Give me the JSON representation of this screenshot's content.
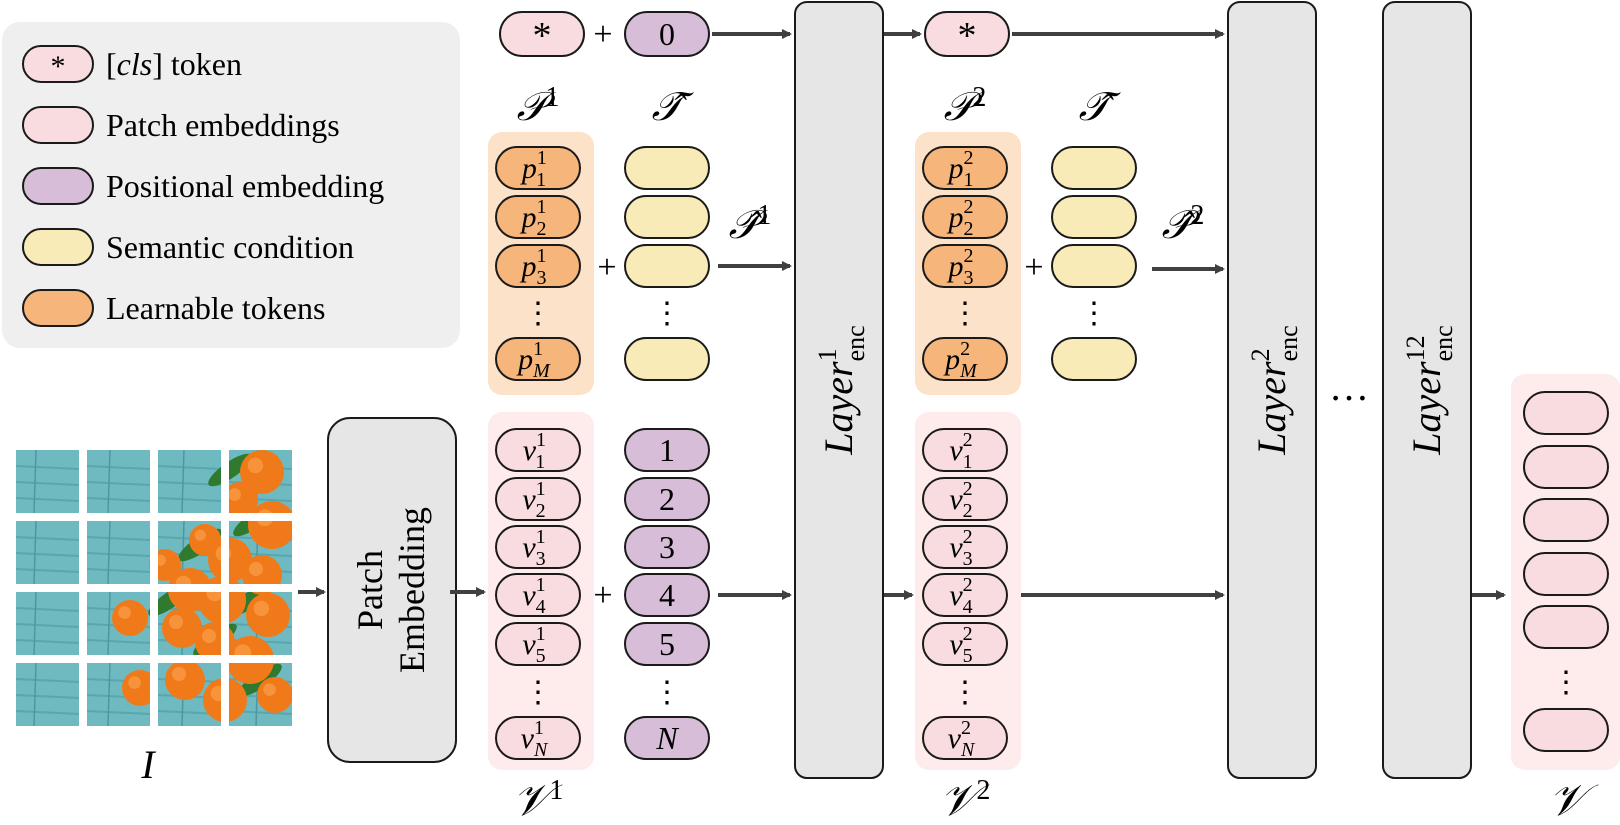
{
  "legend": {
    "items": [
      {
        "symbol": "*",
        "label_prefix": "[",
        "label_italic": "cls",
        "label_suffix": "] token",
        "fill": "#f9dcdf"
      },
      {
        "symbol": "",
        "label_prefix": "Patch embeddings",
        "label_italic": "",
        "label_suffix": "",
        "fill": "#f9dcdf"
      },
      {
        "symbol": "",
        "label_prefix": "Positional embedding",
        "label_italic": "",
        "label_suffix": "",
        "fill": "#d7bdd8"
      },
      {
        "symbol": "",
        "label_prefix": "Semantic condition",
        "label_italic": "",
        "label_suffix": "",
        "fill": "#f9ebb7"
      },
      {
        "symbol": "",
        "label_prefix": "Learnable tokens",
        "label_italic": "",
        "label_suffix": "",
        "fill": "#f6b57a"
      }
    ]
  },
  "tokens": {
    "cls_symbol": "*",
    "cls_pos": "0",
    "plus": "+",
    "dots": "⋮",
    "hdots": "…"
  },
  "labels": {
    "image": "I",
    "patch_embedding_line1": "Patch",
    "patch_embedding_line2": "Embedding",
    "P1_base": "𝒫",
    "P1_sup": "1",
    "P2_base": "𝒫",
    "P2_sup": "2",
    "T_hat": "𝒯̂",
    "P1_hat_base": "𝒫̂",
    "P1_hat_sup": "1",
    "P2_hat_base": "𝒫̂",
    "P2_hat_sup": "2",
    "V1_base": "𝒱",
    "V1_sup": "1",
    "V2_base": "𝒱",
    "V2_sup": "2",
    "V_out": "𝒱",
    "layer_base": "Layer",
    "layer_sub": "enc",
    "layer_sup": [
      "1",
      "2",
      "12"
    ]
  },
  "prompt_tokens": {
    "base": "p",
    "rows": [
      {
        "sub": "1"
      },
      {
        "sub": "2"
      },
      {
        "sub": "3"
      },
      {
        "sub": "⋮"
      },
      {
        "sub": "M"
      }
    ]
  },
  "visual_tokens": {
    "base": "v",
    "rows": [
      {
        "sub": "1"
      },
      {
        "sub": "2"
      },
      {
        "sub": "3"
      },
      {
        "sub": "4"
      },
      {
        "sub": "5"
      },
      {
        "sub": "⋮"
      },
      {
        "sub": "N"
      }
    ]
  },
  "positions": [
    "1",
    "2",
    "3",
    "4",
    "5",
    "⋮",
    "N"
  ],
  "colors": {
    "pink": "#f9dcdf",
    "purple": "#d7bdd8",
    "yellow": "#f9ebb7",
    "orange": "#f6b57a",
    "orange_bg": "#fbe2c9",
    "pink_bg": "#fdeceb",
    "gray_box": "#e6e6e6",
    "legend_bg": "#efefef",
    "stroke": "#1a1a1a",
    "arrow": "#404040"
  }
}
